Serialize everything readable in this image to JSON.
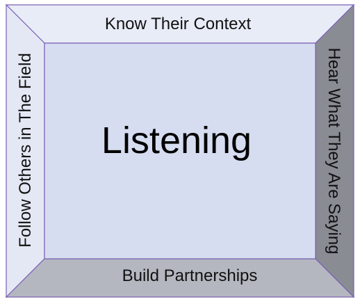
{
  "diagram": {
    "center_label": "Listening",
    "top_label": "Know Their Context",
    "right_label": "Hear What They Are Saying",
    "bottom_label": "Build Partnerships",
    "left_label": "Follow Others in The Field"
  },
  "colors": {
    "center_fill": "#D6DDF0",
    "top_fill": "#E8ECF7",
    "left_fill": "#E4E8F4",
    "right_fill": "#8A8C94",
    "bottom_fill": "#B4B7C0",
    "outline": "#7A5FB5"
  }
}
